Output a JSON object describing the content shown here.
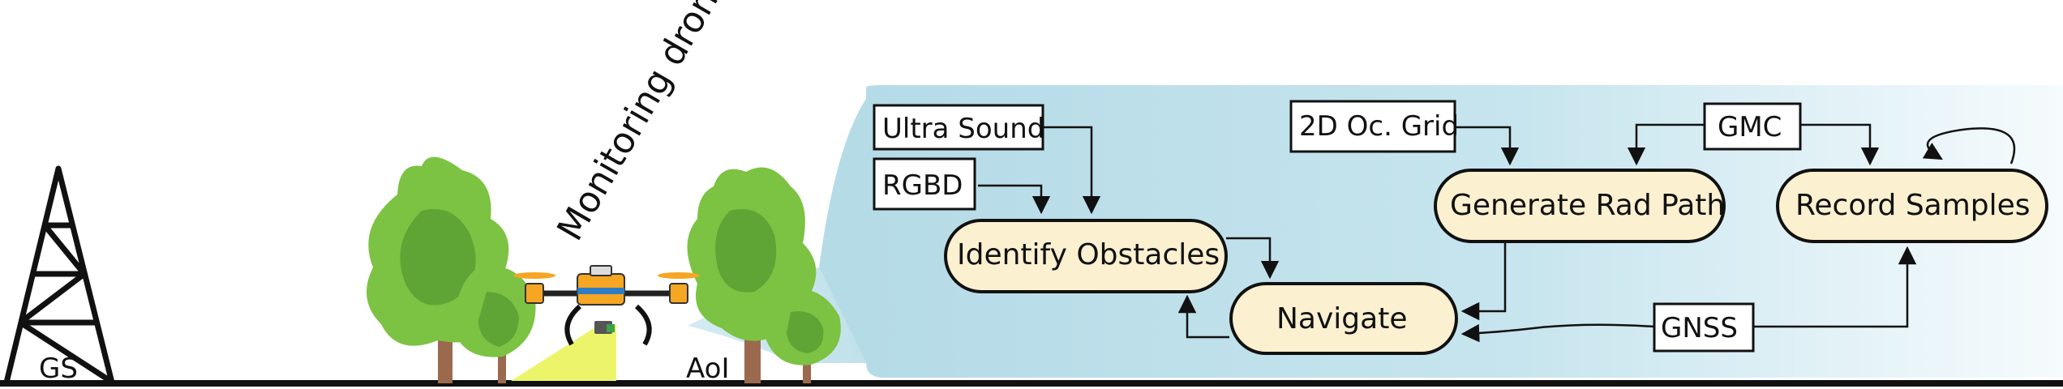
{
  "scene": {
    "drone_label": "Monitoring drone",
    "ground_station_label": "GS",
    "area_label": "AoI"
  },
  "inputs": {
    "ultra_sound": "Ultra Sound",
    "rgbd": "RGBD",
    "occupancy_grid": "2D Oc. Grid",
    "gmc": "GMC",
    "gnss": "GNSS"
  },
  "processes": {
    "identify_obstacles": "Identify Obstacles",
    "navigate": "Navigate",
    "generate_rad_path": "Generate Rad Path",
    "record_samples": "Record Samples"
  },
  "colors": {
    "panel_left": "#b9dde8",
    "panel_right": "#f4fafc",
    "node_fill": "#fbf0d0",
    "tree_light": "#7cc243",
    "tree_dark": "#5ea536",
    "trunk": "#9b6a4e",
    "drone_body": "#f5a623",
    "beam": "#ecf56a"
  }
}
